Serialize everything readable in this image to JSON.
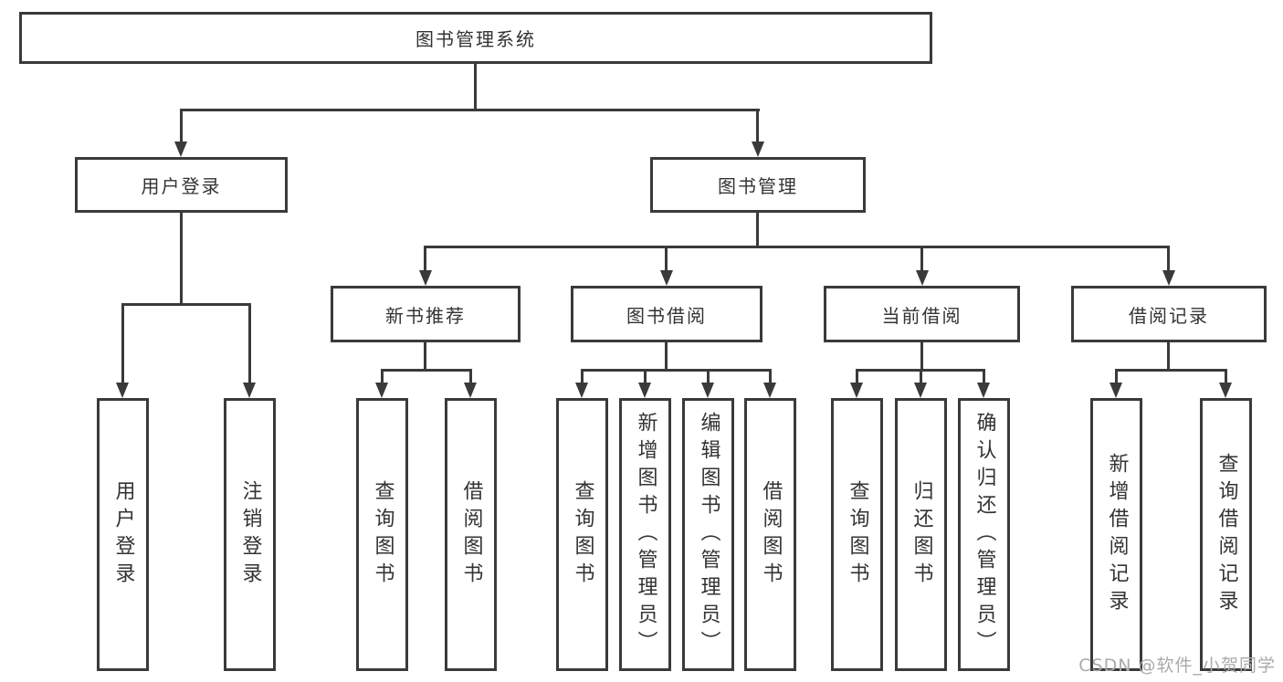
{
  "diagram": {
    "title": "图书管理系统",
    "root": "图书管理系统",
    "level2": [
      "用户登录",
      "图书管理"
    ],
    "level3": [
      "新书推荐",
      "图书借阅",
      "当前借阅",
      "借阅记录"
    ],
    "leaves": {
      "login": [
        "用户登录",
        "注销登录"
      ],
      "recommend": [
        "查询图书",
        "借阅图书"
      ],
      "borrow": [
        "查询图书",
        "新增图书（管理员）",
        "编辑图书（管理员）",
        "借阅图书"
      ],
      "current": [
        "查询图书",
        "归还图书",
        "确认归还（管理员）"
      ],
      "records": [
        "新增借阅记录",
        "查询借阅记录"
      ]
    }
  },
  "watermark": "CSDN @软件_小贺同学",
  "colors": {
    "line": "#3a3a3a",
    "text": "#333333",
    "watermark": "#aaaaaa",
    "background": "#ffffff"
  }
}
